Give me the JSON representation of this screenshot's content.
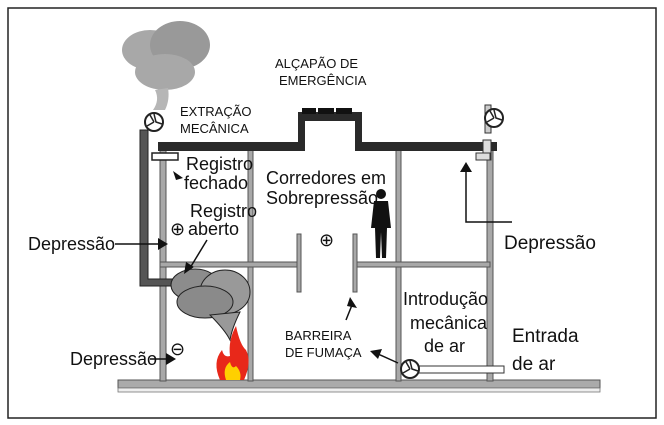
{
  "labels": {
    "alcapao_1": "ALÇAPÃO DE",
    "alcapao_2": "EMERGÊNCIA",
    "extracao_1": "EXTRAÇÃO",
    "extracao_2": "MECÂNICA",
    "registro_fechado_1": "Registro",
    "registro_fechado_2": "fechado",
    "registro_aberto_1": "Registro",
    "registro_aberto_2": "aberto",
    "corredores_1": "Corredores em",
    "corredores_2": "Sobrepressão",
    "depressao_left_top": "Depressão",
    "depressao_right": "Depressão",
    "depressao_left_bottom": "Depressão",
    "barreira_1": "BARREIRA",
    "barreira_2": "DE FUMAÇA",
    "introducao_1": "Introdução",
    "introducao_2": "mecânica",
    "introducao_3": "de ar",
    "entrada_1": "Entrada",
    "entrada_2": "de ar",
    "plus": "⊕",
    "minus": "⊖"
  },
  "colors": {
    "smoke": "#8a8a8a",
    "wall": "#9a9a9a",
    "roof": "#2a2a2a",
    "fire_outer": "#e8281a",
    "fire_inner": "#ffd000"
  }
}
